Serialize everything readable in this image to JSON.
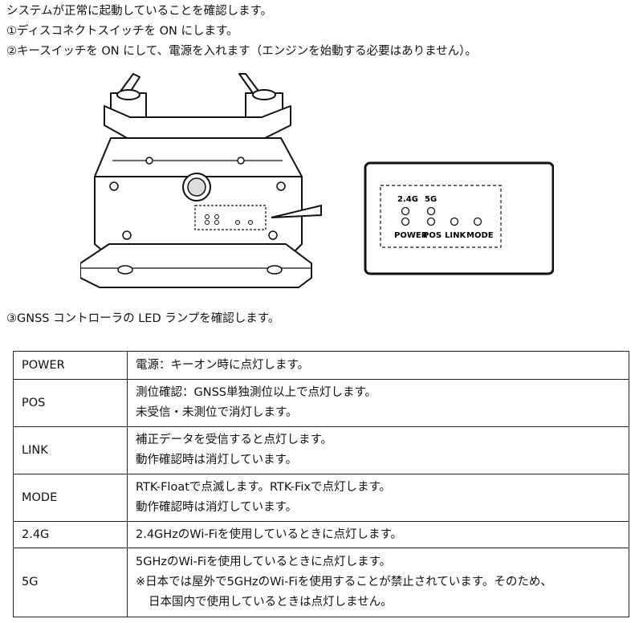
{
  "intro": {
    "line1": "システムが正常に起動していることを確認します。",
    "line2": "①ディスコネクトスイッチを ON にします。",
    "line3": "②キースイッチを ON にして、電源を入れます（エンジンを始動する必要はありません）。"
  },
  "figure": {
    "labels": {
      "wifi24": "2.4G",
      "wifi5": "5G",
      "power": "POWER",
      "pos": "POS",
      "link": "LINK",
      "mode": "MODE"
    }
  },
  "step3": "③GNSS コントローラの LED ランプを確認します。",
  "table": {
    "rows": [
      {
        "key": "POWER",
        "lines": [
          "電源：キーオン時に点灯します。"
        ]
      },
      {
        "key": "POS",
        "lines": [
          "測位確認：GNSS単独測位以上で点灯します。",
          "未受信・未測位で消灯します。"
        ]
      },
      {
        "key": "LINK",
        "lines": [
          "補正データを受信すると点灯します。",
          "動作確認時は消灯しています。"
        ]
      },
      {
        "key": "MODE",
        "lines": [
          "RTK-Floatで点滅します。RTK-Fixで点灯します。",
          "動作確認時は消灯しています。"
        ]
      },
      {
        "key": "2.4G",
        "lines": [
          "2.4GHzのWi-Fiを使用しているときに点灯します。"
        ]
      },
      {
        "key": "5G",
        "lines": [
          "5GHzのWi-Fiを使用しているときに点灯します。",
          "※日本では屋外で5GHzのWi-Fiを使用することが禁止されています。そのため、",
          "日本国内で使用しているときは点灯しません。"
        ]
      }
    ]
  }
}
